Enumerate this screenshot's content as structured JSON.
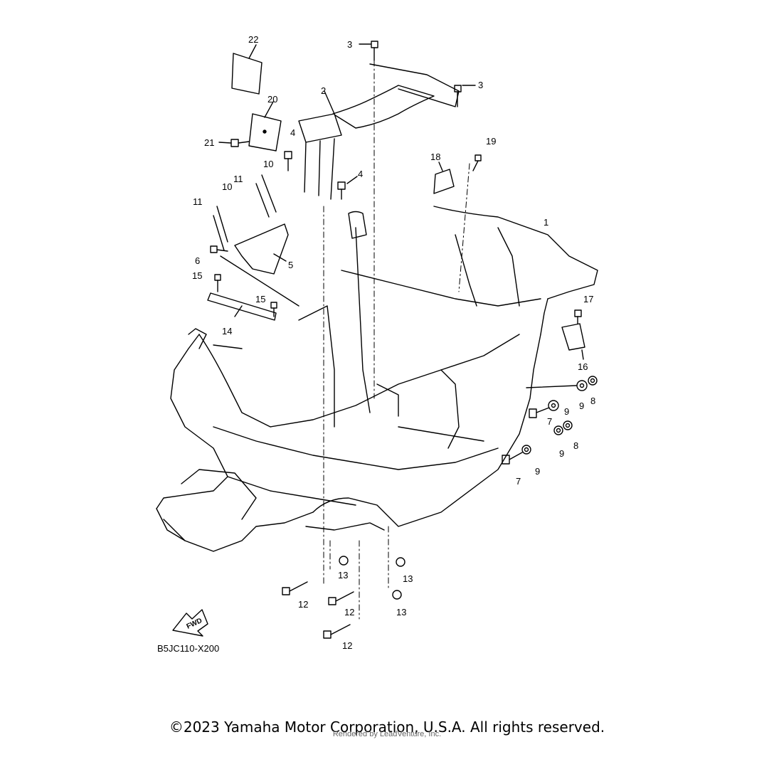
{
  "diagram": {
    "code": "B5JC110-X200",
    "fwd_label": "FWD",
    "callouts": [
      "22",
      "3",
      "3",
      "2",
      "20",
      "4",
      "21",
      "19",
      "18",
      "4",
      "10",
      "11",
      "10",
      "11",
      "1",
      "5",
      "6",
      "15",
      "15",
      "17",
      "14",
      "16",
      "9",
      "8",
      "9",
      "7",
      "9",
      "8",
      "9",
      "7",
      "13",
      "13",
      "12",
      "12",
      "13",
      "12"
    ]
  },
  "footer": {
    "copyright": "©2023 Yamaha Motor Corporation, U.S.A. All rights reserved.",
    "rendered_by": "Rendered by LeadVenture, Inc."
  }
}
